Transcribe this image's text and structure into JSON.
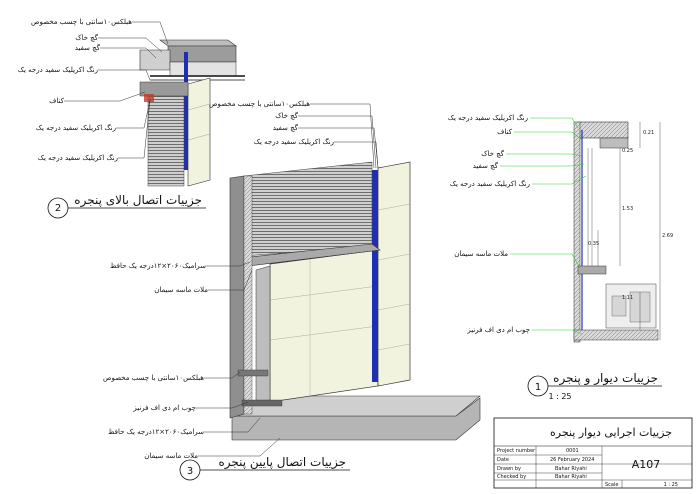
{
  "detail1": {
    "number": "1",
    "title": "جزییات دیوار و پنجره",
    "scale": "1 : 25",
    "labels": [
      "رنگ اکریلیک سفید درجه یک",
      "کناف",
      "گچ خاک",
      "گچ سفید",
      "رنگ اکریلیک سفید درجه یک",
      "ملات ماسه سیمان",
      "چوب ام دی اف فرنیز"
    ],
    "dims": [
      "0.21",
      "0.25",
      "1.53",
      "2.69",
      "0.35",
      "1.11"
    ]
  },
  "detail2": {
    "number": "2",
    "title": "جزییات اتصال بالای پنجره",
    "labels": [
      "هبلکس۱۰سانتی با چسب مخصوص",
      "گچ خاک",
      "گچ سفید",
      "رنگ اکریلیک سفید درجه یک",
      "کناف",
      "رنگ اکریلیک سفید درجه یک",
      "رنگ اکریلیک سفید درجه یک"
    ]
  },
  "detail3": {
    "number": "3",
    "title": "جزییات اتصال پایین پنجره",
    "labels_top": [
      "هبلکس۱۰سانتی با چسب مخصوص",
      "گچ خاک",
      "گچ سفید",
      "رنگ اکریلیک سفید درجه یک",
      "سرامیک۲۰۶۰×۱۲درجه یک حافظ",
      "ملات ماسه سیمان"
    ],
    "labels_bottom": [
      "هبلکس۱۰سانتی با چسب مخصوص",
      "چوب ام دی اف فرنیز",
      "سرامیک۲۰۶۰×۱۲درجه یک حافظ",
      "ملات ماسه سیمان"
    ]
  },
  "title_block": {
    "sheet_title": "جزییات اجرایی دیوار پنجره",
    "project_number_label": "Project number",
    "project_number": "0001",
    "date_label": "Date",
    "date": "26 February 2024",
    "drawn_by_label": "Drawn by",
    "drawn_by": "Bahar Riyahi",
    "checked_by_label": "Checked by",
    "checked_by": "Bahar Riyahi",
    "sheet_number": "A107",
    "scale_label": "Scale",
    "scale": "1 : 25"
  },
  "colors": {
    "insulation_blue": "#1f2fb3",
    "wall_fill": "#f1f3df",
    "concrete_gray": "#9a9a9a",
    "leader_green": "#2bd12b"
  }
}
